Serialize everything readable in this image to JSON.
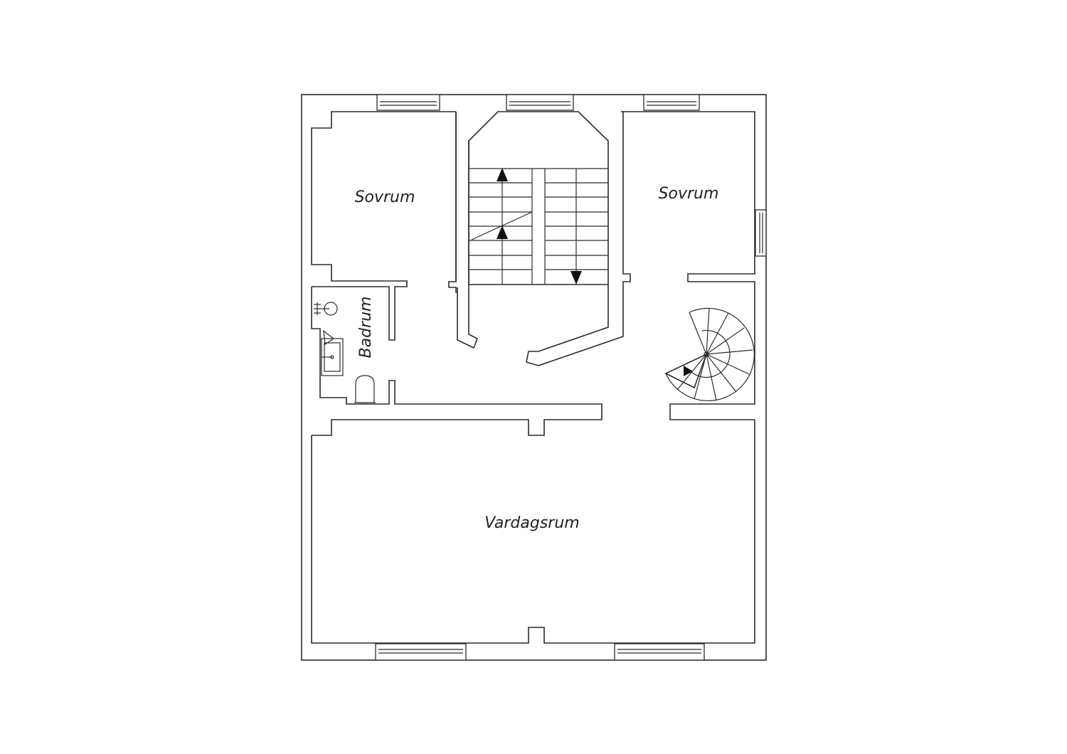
{
  "rooms": {
    "bedroom_left": "Sovrum",
    "bedroom_right": "Sovrum",
    "bathroom": "Badrum",
    "living_room": "Vardagsrum"
  }
}
